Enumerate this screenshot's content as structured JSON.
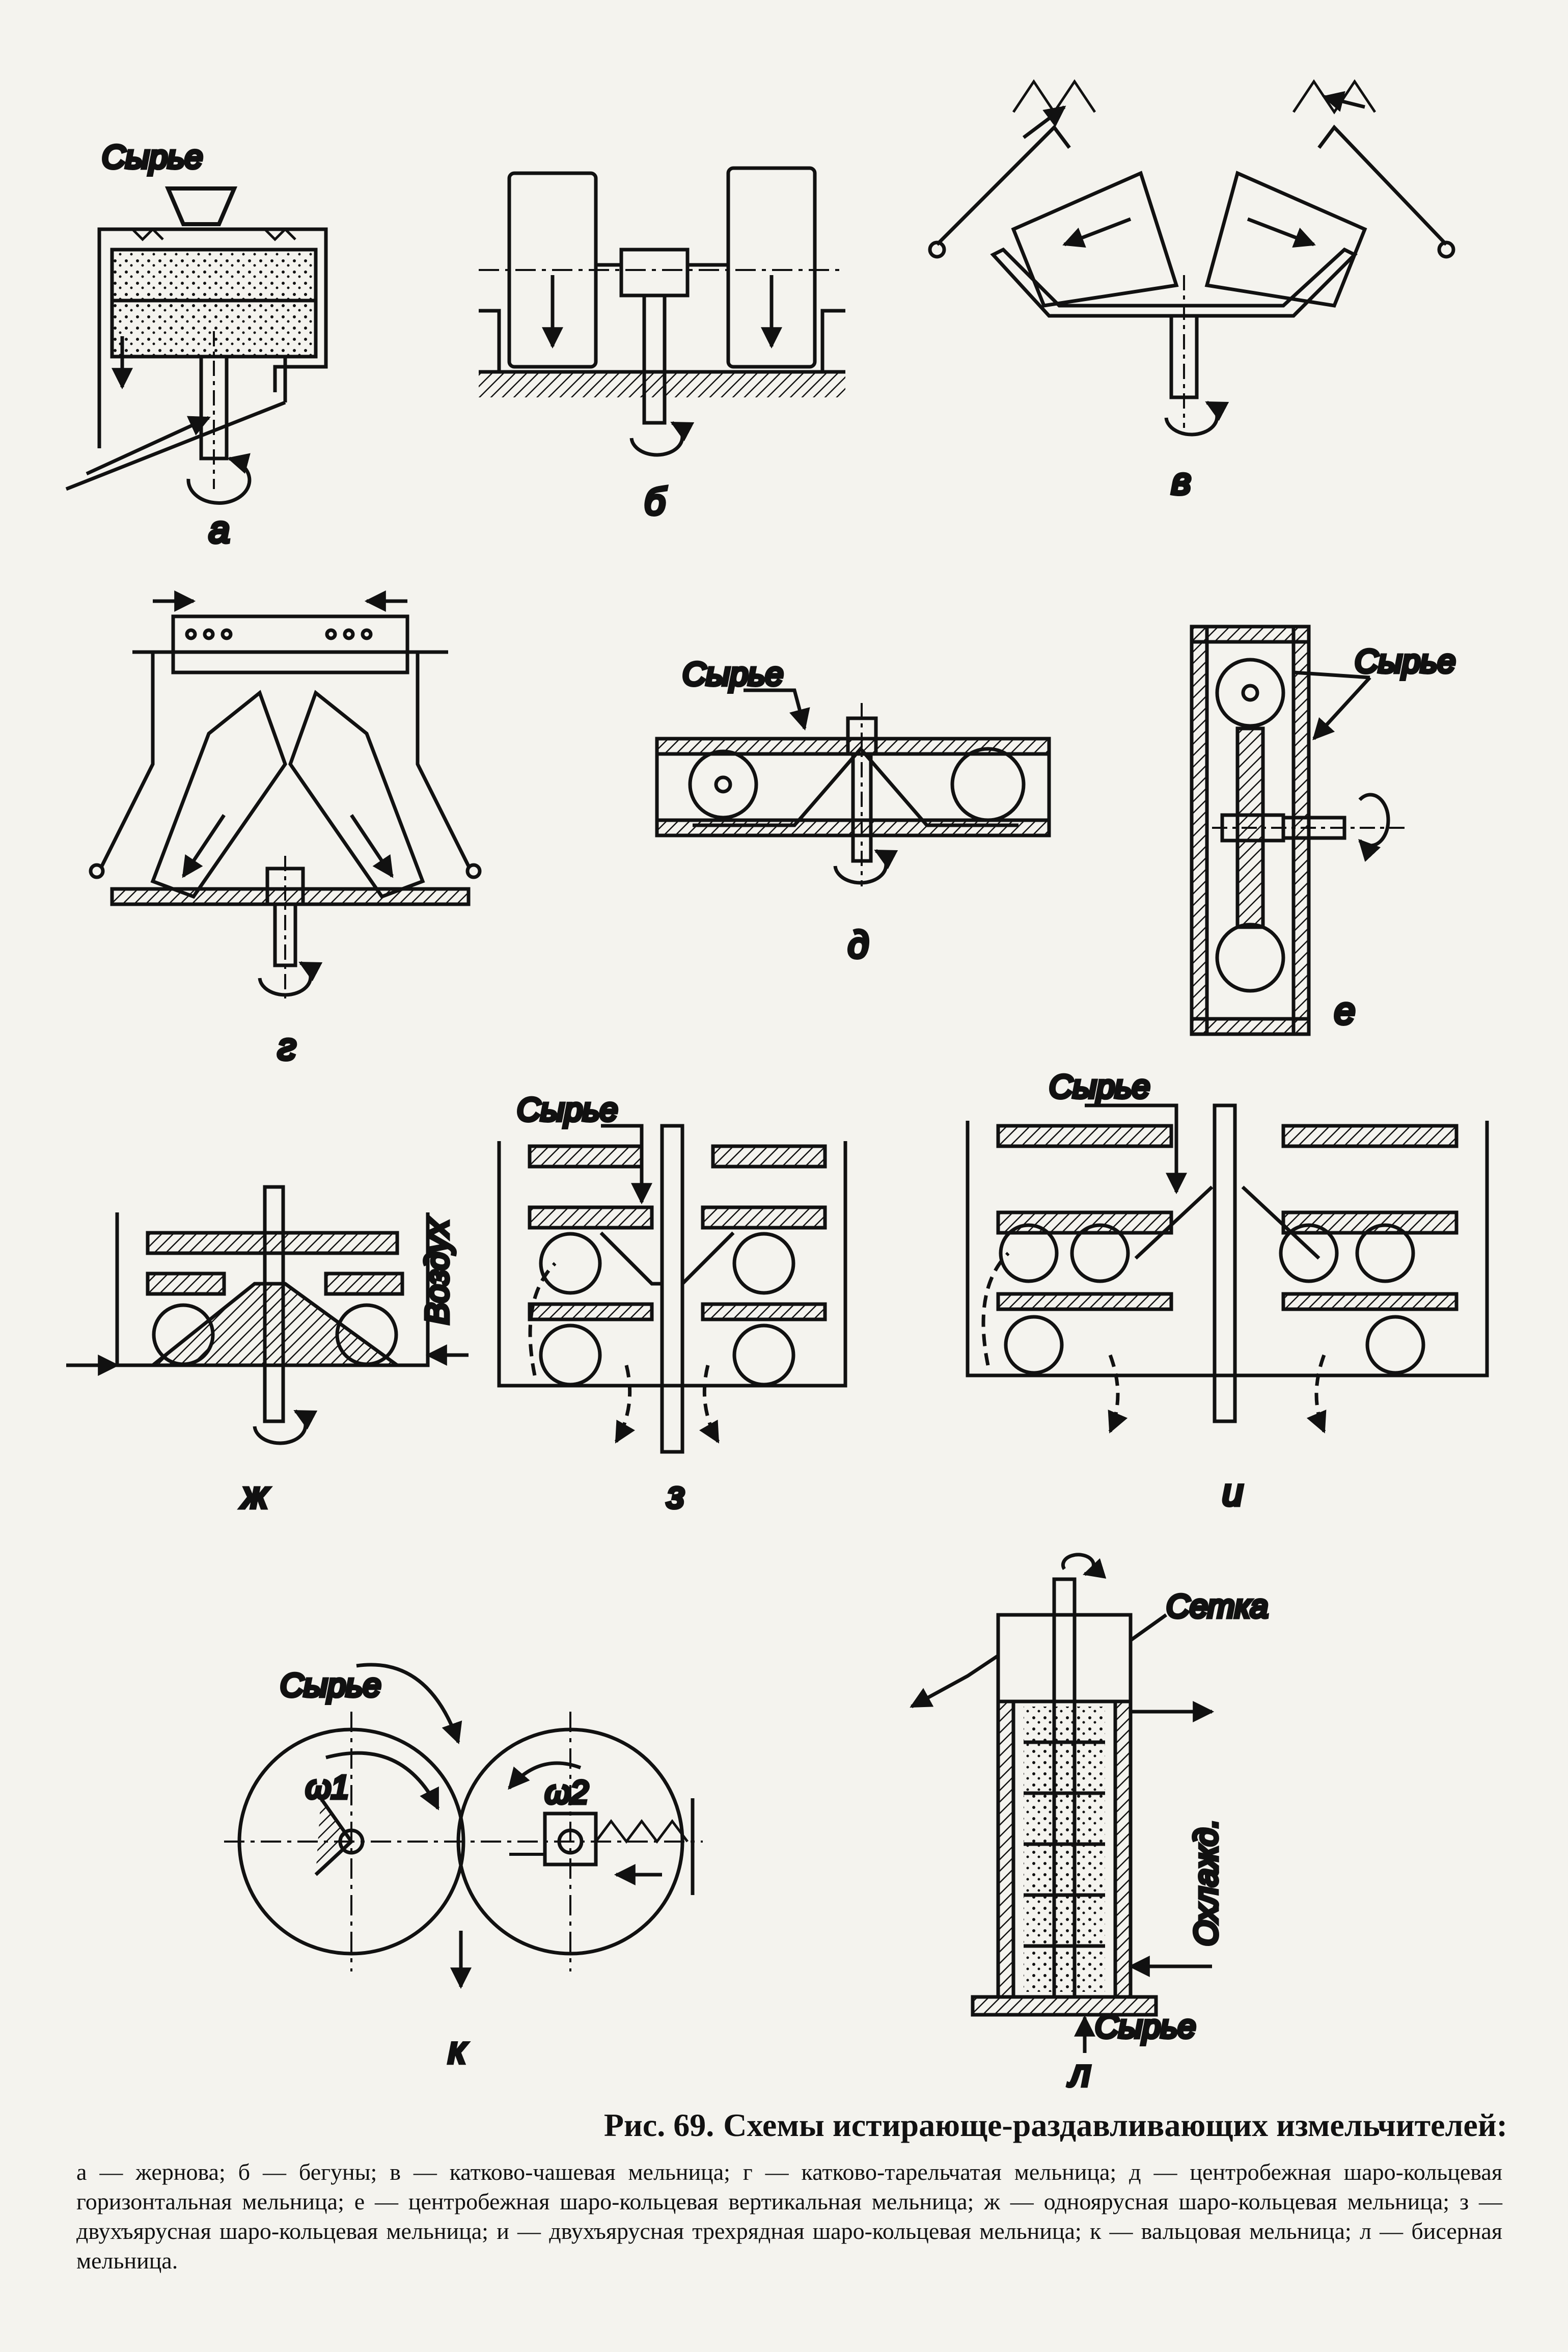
{
  "labels": {
    "raw": "Сырье",
    "air": "Воздух",
    "mesh": "Сетка",
    "cooling": "Охлажд.",
    "omega1": "ω1",
    "omega2": "ω2"
  },
  "subfigures": {
    "a": "а",
    "b": "б",
    "v": "в",
    "g": "г",
    "d": "д",
    "e": "е",
    "zh": "ж",
    "z": "з",
    "i": "и",
    "k": "к",
    "l": "л"
  },
  "caption": {
    "number": "Рис. 69.",
    "title": "Схемы истирающе-раздавливающих измельчителей:",
    "body": "а — жернова; б — бегуны; в — катково-чашевая мельница; г — катково-тарельчатая мельница; д — центробежная шаро-кольцевая горизонтальная мельница; е — центробежная шаро-кольцевая вертикальная мельница; ж — одноярусная шаро-кольцевая мельница; з — двухъярусная шаро-кольцевая мельница; и — двухъярусная трехрядная шаро-кольцевая мельница; к — вальцовая мельница; л — бисерная мельница."
  }
}
